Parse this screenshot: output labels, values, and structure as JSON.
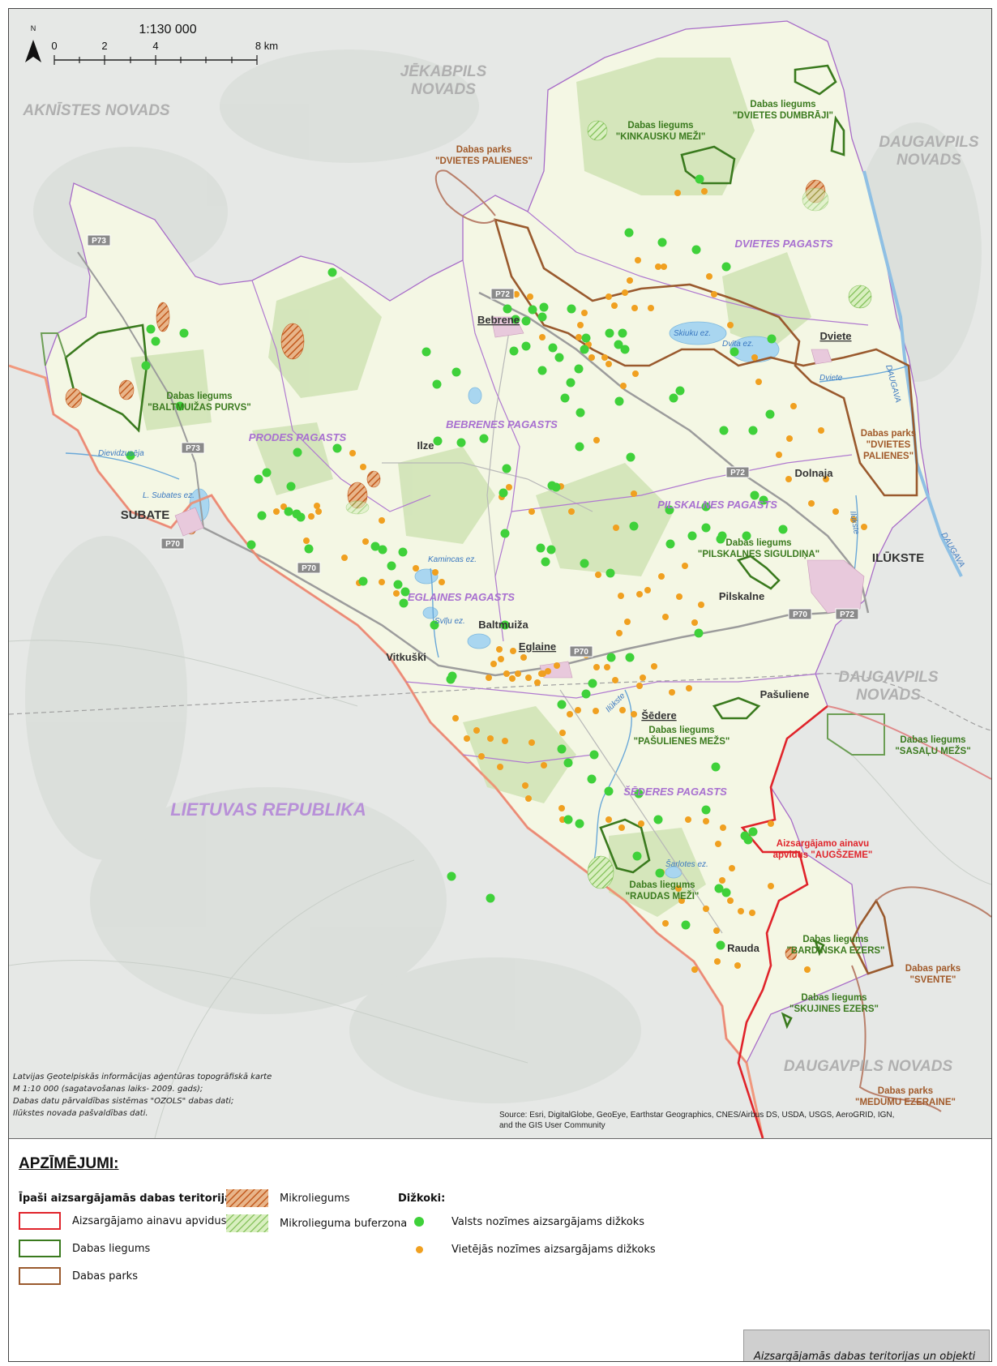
{
  "scale": {
    "ratio": "1:130 000",
    "north": "N",
    "ticks": [
      "0",
      "2",
      "4",
      "8 km"
    ]
  },
  "regions": {
    "jekabpils": [
      "JĒKABPILS",
      "NOVADS"
    ],
    "akniste": "AKNĪSTES NOVADS",
    "daugavpils_ne": [
      "DAUGAVPILS",
      "NOVADS"
    ],
    "daugavpils_e": [
      "DAUGAVPILS",
      "NOVADS"
    ],
    "daugavpils_s": "DAUGAVPILS NOVADS",
    "lietuva": "LIETUVAS REPUBLIKA"
  },
  "parishes": {
    "dviete": "DVIETES PAGASTS",
    "prode": "PRODES PAGASTS",
    "bebrene": "BEBRENES PAGASTS",
    "pilskalne": "PILSKALNES PAGASTS",
    "eglaine": "EGLAINES PAGASTS",
    "sedere": "ŠĒDERES PAGASTS"
  },
  "protected": {
    "dumbraji": [
      "Dabas liegums",
      "\"DVIETES DUMBRĀJI\""
    ],
    "kinkausku": [
      "Dabas liegums",
      "\"KINKAUSKU MEŽI\""
    ],
    "dp_palienes_nw": [
      "Dabas parks",
      "\"DVIETES PALIENES\""
    ],
    "dp_palienes_e": [
      "Dabas parks",
      "\"DVIETES",
      "PALIENES\""
    ],
    "baltmuizas": [
      "Dabas liegums",
      "\"BALTMUIŽAS PURVS\""
    ],
    "siguldina": [
      "Dabas liegums",
      "\"PILSKALNES SIGULDIŅA\""
    ],
    "pasulienes": [
      "Dabas liegums",
      "\"PAŠULIENES MEŽS\""
    ],
    "sasalu": [
      "Dabas liegums",
      "\"SASAĻU MEŽS\""
    ],
    "augszeme": [
      "Aizsargājamo ainavu",
      "apvidus \"AUGŠZEME\""
    ],
    "raudas": [
      "Dabas liegums",
      "\"RAUDAS MEŽI\""
    ],
    "bardinska": [
      "Dabas liegums",
      "\"BARDINSKA EZERS\""
    ],
    "svente": [
      "Dabas parks",
      "\"SVENTE\""
    ],
    "skujines": [
      "Dabas liegums",
      "\"SKUJINES EZERS\""
    ],
    "medumu": [
      "Dabas parks",
      "\"MEDUMU EZERAINE\""
    ]
  },
  "places": {
    "bebrene": "Bebrene",
    "dviete": "Dviete",
    "ilze": "Ilze",
    "dolnaja": "Dolnaja",
    "subate": "SUBATE",
    "ilukste": "ILŪKSTE",
    "pilskalne": "Pilskalne",
    "baltmuiza": "Baltmuiža",
    "eglaine": "Eglaine",
    "vitkuski": "Vitkuški",
    "pasuliene": "Pašuliene",
    "sedere": "Šēdere",
    "rauda": "Rauda"
  },
  "water": {
    "skiuku": "Skiuku ez.",
    "dvita": "Dvīta ez.",
    "dviete_river": "Dviete",
    "daugava_n": "DAUGAVA",
    "daugava_s": "DAUGAVA",
    "dievidzuseja": "Dievidzusēja",
    "subates": "L. Subates ez.",
    "kamincas": "Kamincas ez.",
    "svilu": "Svīļu ez.",
    "ilukste_r1": "Ilūkste",
    "ilukste_r2": "Ilūkste",
    "sarlotes": "Šarlotes ez."
  },
  "roads": {
    "p73a": "P73",
    "p73b": "P73",
    "p72a": "P72",
    "p72b": "P72",
    "p72c": "P72",
    "p70a": "P70",
    "p70b": "P70",
    "p70c": "P70",
    "p70d": "P70"
  },
  "credits": [
    "Latvijas Ģeotelpiskās informācijas aģentūras topogrāfiskā karte",
    "M 1:10 000 (sagatavošanas laiks- 2009. gads);",
    "Dabas datu pārvaldības sistēmas \"OZOLS\" dabas dati;",
    "Ilūkstes novada pašvaldības dati."
  ],
  "source": [
    "Source: Esri, DigitalGlobe, GeoEye, Earthstar Geographics, CNES/Airbus DS, USDA, USGS, AeroGRID, IGN,",
    "and the GIS User Community"
  ],
  "legend": {
    "title": "APZĪMĒJUMI:",
    "areas_heading": "Īpaši aizsargājamās dabas teritorijas:",
    "landscape": "Aizsargājamo ainavu apvidus",
    "reserve": "Dabas liegums",
    "park": "Dabas parks",
    "micro": "Mikroliegums",
    "micro_buffer": "Mikroliegumа buferzona",
    "trees_heading": "Dižkoki:",
    "national_tree": "Valsts nozīmes aizsargājams dižkoks",
    "local_tree": "Vietējās nozīmes aizsargājams dižkoks"
  },
  "title_box": "Aizsargājamās dabas teritorijas un objekti",
  "colors": {
    "landscape": "#e0242b",
    "reserve": "#3a7a1e",
    "park": "#9a5a2e",
    "micro": "#c8702e",
    "micro_buffer": "#8fc060",
    "national_tree": "#3fd13a",
    "local_tree": "#f0a020",
    "municipality": "#f4f7e4",
    "parish_border": "#b07ad0",
    "state_border": "#f28a6a"
  },
  "trees": {
    "national": [
      [
        852,
        210
      ],
      [
        765,
        276
      ],
      [
        806,
        288
      ],
      [
        848,
        297
      ],
      [
        885,
        318
      ],
      [
        399,
        325
      ],
      [
        175,
        395
      ],
      [
        181,
        410
      ],
      [
        216,
        400
      ],
      [
        169,
        440
      ],
      [
        211,
        490
      ],
      [
        150,
        551
      ],
      [
        356,
        547
      ],
      [
        405,
        542
      ],
      [
        308,
        580
      ],
      [
        318,
        572
      ],
      [
        348,
        589
      ],
      [
        345,
        620
      ],
      [
        355,
        623
      ],
      [
        360,
        627
      ],
      [
        312,
        625
      ],
      [
        299,
        661
      ],
      [
        370,
        666
      ],
      [
        437,
        706
      ],
      [
        489,
        719
      ],
      [
        487,
        733
      ],
      [
        472,
        687
      ],
      [
        525,
        760
      ],
      [
        515,
        423
      ],
      [
        552,
        448
      ],
      [
        528,
        463
      ],
      [
        623,
        422
      ],
      [
        615,
        370
      ],
      [
        625,
        383
      ],
      [
        638,
        385
      ],
      [
        646,
        371
      ],
      [
        660,
        368
      ],
      [
        658,
        380
      ],
      [
        694,
        370
      ],
      [
        638,
        416
      ],
      [
        679,
        430
      ],
      [
        671,
        418
      ],
      [
        658,
        446
      ],
      [
        703,
        444
      ],
      [
        710,
        420
      ],
      [
        712,
        406
      ],
      [
        741,
        400
      ],
      [
        757,
        400
      ],
      [
        752,
        414
      ],
      [
        760,
        420
      ],
      [
        753,
        484
      ],
      [
        820,
        480
      ],
      [
        828,
        471
      ],
      [
        767,
        553
      ],
      [
        705,
        498
      ],
      [
        704,
        540
      ],
      [
        693,
        461
      ],
      [
        686,
        480
      ],
      [
        529,
        533
      ],
      [
        558,
        535
      ],
      [
        586,
        530
      ],
      [
        614,
        567
      ],
      [
        610,
        597
      ],
      [
        670,
        588
      ],
      [
        675,
        590
      ],
      [
        612,
        647
      ],
      [
        612,
        760
      ],
      [
        656,
        665
      ],
      [
        669,
        667
      ],
      [
        662,
        682
      ],
      [
        710,
        684
      ],
      [
        742,
        696
      ],
      [
        771,
        638
      ],
      [
        816,
        660
      ],
      [
        815,
        618
      ],
      [
        860,
        614
      ],
      [
        843,
        650
      ],
      [
        860,
        640
      ],
      [
        880,
        650
      ],
      [
        882,
        520
      ],
      [
        918,
        520
      ],
      [
        939,
        500
      ],
      [
        931,
        606
      ],
      [
        920,
        600
      ],
      [
        955,
        642
      ],
      [
        878,
        654
      ],
      [
        851,
        770
      ],
      [
        910,
        650
      ],
      [
        766,
        800
      ],
      [
        743,
        800
      ],
      [
        720,
        832
      ],
      [
        712,
        845
      ],
      [
        682,
        858
      ],
      [
        682,
        913
      ],
      [
        690,
        930
      ],
      [
        722,
        920
      ],
      [
        719,
        950
      ],
      [
        740,
        965
      ],
      [
        690,
        1000
      ],
      [
        704,
        1005
      ],
      [
        777,
        968
      ],
      [
        801,
        1000
      ],
      [
        860,
        988
      ],
      [
        872,
        935
      ],
      [
        908,
        1020
      ],
      [
        912,
        1025
      ],
      [
        918,
        1015
      ],
      [
        775,
        1045
      ],
      [
        835,
        1130
      ],
      [
        878,
        1155
      ],
      [
        876,
        1085
      ],
      [
        885,
        1090
      ],
      [
        803,
        1066
      ],
      [
        545,
        827
      ],
      [
        547,
        823
      ],
      [
        480,
        710
      ],
      [
        486,
        670
      ],
      [
        452,
        663
      ],
      [
        461,
        667
      ],
      [
        546,
        1070
      ],
      [
        594,
        1097
      ],
      [
        941,
        407
      ],
      [
        895,
        423
      ]
    ],
    "local": [
      [
        858,
        225
      ],
      [
        825,
        227
      ],
      [
        776,
        310
      ],
      [
        801,
        318
      ],
      [
        808,
        318
      ],
      [
        766,
        335
      ],
      [
        760,
        350
      ],
      [
        740,
        355
      ],
      [
        772,
        369
      ],
      [
        792,
        369
      ],
      [
        747,
        366
      ],
      [
        710,
        375
      ],
      [
        658,
        405
      ],
      [
        626,
        352
      ],
      [
        643,
        355
      ],
      [
        705,
        390
      ],
      [
        703,
        405
      ],
      [
        715,
        414
      ],
      [
        719,
        430
      ],
      [
        735,
        430
      ],
      [
        740,
        438
      ],
      [
        758,
        465
      ],
      [
        773,
        450
      ],
      [
        725,
        532
      ],
      [
        771,
        598
      ],
      [
        749,
        640
      ],
      [
        834,
        687
      ],
      [
        805,
        700
      ],
      [
        755,
        724
      ],
      [
        778,
        722
      ],
      [
        788,
        717
      ],
      [
        827,
        725
      ],
      [
        763,
        756
      ],
      [
        753,
        770
      ],
      [
        846,
        757
      ],
      [
        851,
        770
      ],
      [
        810,
        750
      ],
      [
        854,
        735
      ],
      [
        617,
        590
      ],
      [
        681,
        589
      ],
      [
        694,
        620
      ],
      [
        727,
        698
      ],
      [
        645,
        620
      ],
      [
        608,
        602
      ],
      [
        460,
        631
      ],
      [
        440,
        657
      ],
      [
        432,
        708
      ],
      [
        414,
        677
      ],
      [
        367,
        656
      ],
      [
        330,
        620
      ],
      [
        339,
        614
      ],
      [
        373,
        626
      ],
      [
        380,
        613
      ],
      [
        382,
        620
      ],
      [
        424,
        548
      ],
      [
        437,
        565
      ],
      [
        460,
        707
      ],
      [
        478,
        721
      ],
      [
        502,
        690
      ],
      [
        534,
        707
      ],
      [
        526,
        695
      ],
      [
        605,
        790
      ],
      [
        622,
        792
      ],
      [
        635,
        800
      ],
      [
        659,
        820
      ],
      [
        607,
        802
      ],
      [
        598,
        808
      ],
      [
        592,
        825
      ],
      [
        614,
        820
      ],
      [
        621,
        826
      ],
      [
        628,
        820
      ],
      [
        657,
        820
      ],
      [
        665,
        817
      ],
      [
        676,
        810
      ],
      [
        641,
        825
      ],
      [
        652,
        831
      ],
      [
        712,
        797
      ],
      [
        725,
        812
      ],
      [
        738,
        812
      ],
      [
        748,
        828
      ],
      [
        778,
        835
      ],
      [
        782,
        825
      ],
      [
        796,
        811
      ],
      [
        818,
        843
      ],
      [
        839,
        838
      ],
      [
        771,
        870
      ],
      [
        757,
        865
      ],
      [
        724,
        866
      ],
      [
        702,
        865
      ],
      [
        692,
        870
      ],
      [
        683,
        893
      ],
      [
        681,
        912
      ],
      [
        660,
        933
      ],
      [
        645,
        905
      ],
      [
        612,
        903
      ],
      [
        594,
        900
      ],
      [
        577,
        890
      ],
      [
        551,
        875
      ],
      [
        565,
        900
      ],
      [
        583,
        922
      ],
      [
        606,
        935
      ],
      [
        637,
        958
      ],
      [
        641,
        974
      ],
      [
        682,
        986
      ],
      [
        683,
        1000
      ],
      [
        740,
        1000
      ],
      [
        756,
        1010
      ],
      [
        780,
        1005
      ],
      [
        838,
        1000
      ],
      [
        860,
        1002
      ],
      [
        881,
        1010
      ],
      [
        875,
        1030
      ],
      [
        940,
        1005
      ],
      [
        892,
        1060
      ],
      [
        880,
        1075
      ],
      [
        890,
        1100
      ],
      [
        903,
        1113
      ],
      [
        860,
        1110
      ],
      [
        940,
        1082
      ],
      [
        917,
        1115
      ],
      [
        899,
        1180
      ],
      [
        985,
        1185
      ],
      [
        950,
        550
      ],
      [
        963,
        530
      ],
      [
        962,
        580
      ],
      [
        990,
        610
      ],
      [
        1008,
        580
      ],
      [
        1020,
        620
      ],
      [
        1042,
        630
      ],
      [
        1055,
        639
      ],
      [
        1002,
        520
      ],
      [
        968,
        490
      ],
      [
        925,
        460
      ],
      [
        890,
        390
      ],
      [
        864,
        330
      ],
      [
        870,
        352
      ],
      [
        920,
        430
      ],
      [
        805,
        1065
      ],
      [
        873,
        1137
      ],
      [
        874,
        1175
      ],
      [
        846,
        1185
      ],
      [
        810,
        1128
      ],
      [
        826,
        1085
      ],
      [
        830,
        1100
      ]
    ]
  }
}
